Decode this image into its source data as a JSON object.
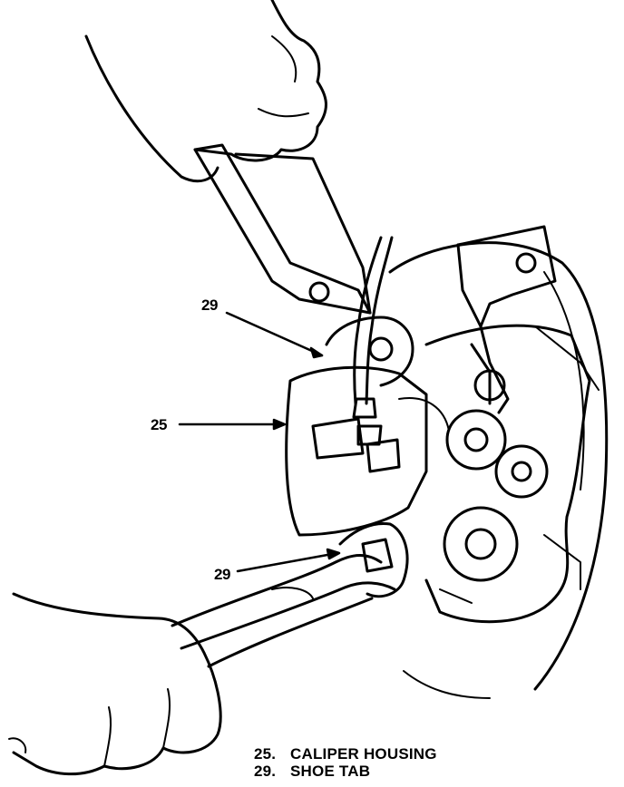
{
  "callouts": [
    {
      "id": "29a",
      "label": "29"
    },
    {
      "id": "25",
      "label": "25"
    },
    {
      "id": "29b",
      "label": "29"
    }
  ],
  "legend": [
    {
      "number": "25.",
      "text": "CALIPER HOUSING"
    },
    {
      "number": "29.",
      "text": "SHOE TAB"
    }
  ],
  "colors": {
    "ink": "#000000",
    "paper": "#ffffff"
  }
}
